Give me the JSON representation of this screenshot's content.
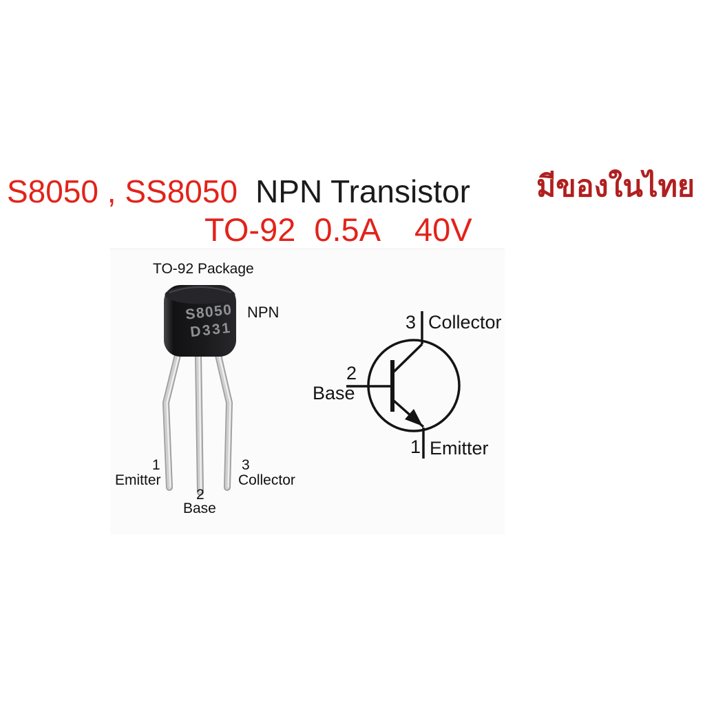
{
  "header": {
    "part_numbers": "S8050 , SS8050",
    "device_type": "NPN Transistor",
    "availability_note_thai": "มีของในไทย",
    "spec_parts": [
      "TO-92",
      "0.5A",
      "40V"
    ]
  },
  "photo": {
    "caption": "TO-92 Package",
    "marking": [
      "S8050",
      "D331"
    ],
    "polarity_label": "NPN",
    "pins": [
      {
        "number": "1",
        "name": "Emitter"
      },
      {
        "number": "2",
        "name": "Base"
      },
      {
        "number": "3",
        "name": "Collector"
      }
    ]
  },
  "schematic": {
    "pins": [
      {
        "number": "3",
        "name": "Collector"
      },
      {
        "number": "2",
        "name": "Base"
      },
      {
        "number": "1",
        "name": "Emitter"
      }
    ]
  },
  "colors": {
    "title_red": "#e2231a",
    "thai_red": "#b11f1f",
    "text_black": "#1b1b1b"
  }
}
